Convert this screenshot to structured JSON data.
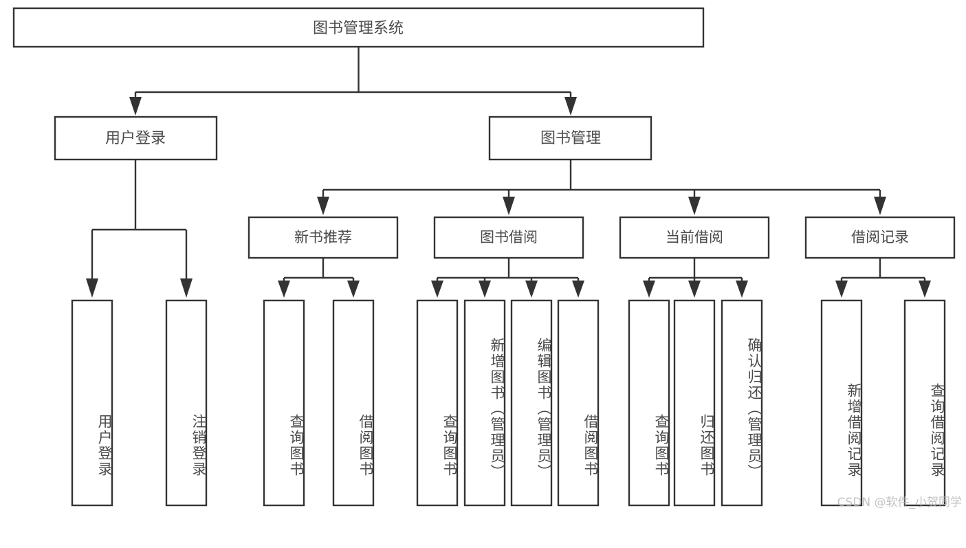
{
  "diagram": {
    "title": "图书管理系统",
    "type": "hierarchy-tree",
    "watermark": "CSDN @软件_小贺同学",
    "colors": {
      "stroke": "#333333",
      "box_fill": "#ffffff",
      "text": "#4a4a4a",
      "background": "#ffffff",
      "watermark": "#b8b8b8"
    },
    "root": {
      "id": "root",
      "label": "图书管理系统"
    },
    "level2": [
      {
        "id": "user-login",
        "label": "用户登录"
      },
      {
        "id": "book-manage",
        "label": "图书管理"
      }
    ],
    "level3": [
      {
        "id": "new-book-rec",
        "label": "新书推荐",
        "parent": "book-manage"
      },
      {
        "id": "book-borrow",
        "label": "图书借阅",
        "parent": "book-manage"
      },
      {
        "id": "current-borrow",
        "label": "当前借阅",
        "parent": "book-manage"
      },
      {
        "id": "borrow-record",
        "label": "借阅记录",
        "parent": "book-manage"
      }
    ],
    "leaves": [
      {
        "id": "leaf-user-login",
        "label": "用户登录",
        "parent": "user-login"
      },
      {
        "id": "leaf-logout",
        "label": "注销登录",
        "parent": "user-login"
      },
      {
        "id": "leaf-query-book-1",
        "label": "查询图书",
        "parent": "new-book-rec"
      },
      {
        "id": "leaf-borrow-book-1",
        "label": "借阅图书",
        "parent": "new-book-rec"
      },
      {
        "id": "leaf-query-book-2",
        "label": "查询图书",
        "parent": "book-borrow"
      },
      {
        "id": "leaf-add-book",
        "label": "新增图书（管理员）",
        "parent": "book-borrow"
      },
      {
        "id": "leaf-edit-book",
        "label": "编辑图书（管理员）",
        "parent": "book-borrow"
      },
      {
        "id": "leaf-borrow-book-2",
        "label": "借阅图书",
        "parent": "book-borrow"
      },
      {
        "id": "leaf-query-book-3",
        "label": "查询图书",
        "parent": "current-borrow"
      },
      {
        "id": "leaf-return-book",
        "label": "归还图书",
        "parent": "current-borrow"
      },
      {
        "id": "leaf-confirm-return",
        "label": "确认归还（管理员）",
        "parent": "current-borrow"
      },
      {
        "id": "leaf-add-record",
        "label": "新增借阅记录",
        "parent": "borrow-record"
      },
      {
        "id": "leaf-query-record",
        "label": "查询借阅记录",
        "parent": "borrow-record"
      }
    ]
  }
}
